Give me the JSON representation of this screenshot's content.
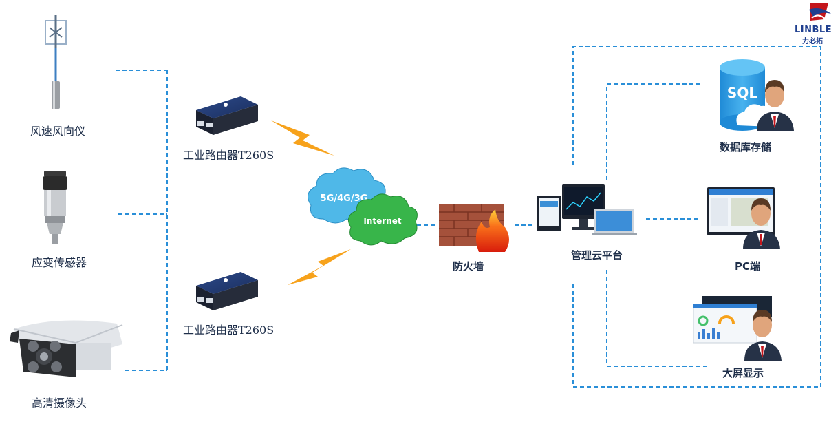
{
  "brand": {
    "name": "LINBLE",
    "subname": "力必拓"
  },
  "devices": {
    "anemometer": "风速风向仪",
    "strain_sensor": "应变传感器",
    "camera": "高清摄像头"
  },
  "routers": {
    "top": "工业路由器T260S",
    "bottom": "工业路由器T260S"
  },
  "network": {
    "mobile": "5G/4G/3G",
    "internet": "Internet"
  },
  "security": {
    "firewall": "防火墙"
  },
  "platform": {
    "cloud": "管理云平台"
  },
  "endpoints": {
    "database": "数据库存储",
    "database_icon_text": "SQL",
    "pc": "PC端",
    "big_screen": "大屏显示"
  },
  "colors": {
    "dashed_line": "#2a8fd8",
    "label_text": "#1f2f4a",
    "lightning": "#f7a21b",
    "cloud_blue": "#4fb8e8",
    "cloud_green": "#38b54a",
    "database": "#2f9fe0"
  }
}
